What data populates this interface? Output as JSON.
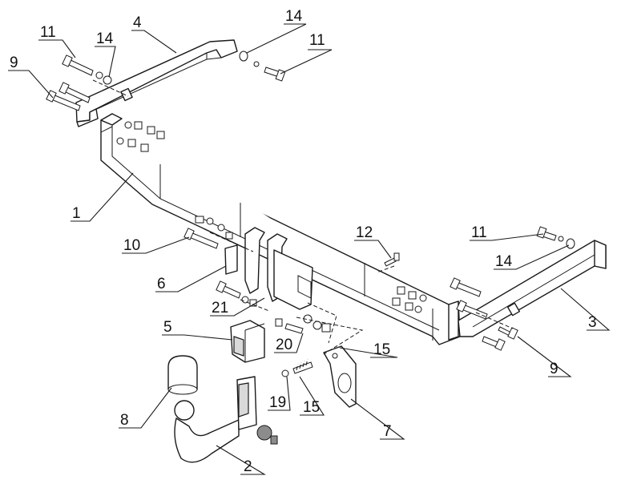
{
  "callouts": [
    {
      "id": "c-11-left",
      "label": "11"
    },
    {
      "id": "c-14-left",
      "label": "14"
    },
    {
      "id": "c-4",
      "label": "4"
    },
    {
      "id": "c-14-top",
      "label": "14"
    },
    {
      "id": "c-11-top",
      "label": "11"
    },
    {
      "id": "c-9-left",
      "label": "9"
    },
    {
      "id": "c-1",
      "label": "1"
    },
    {
      "id": "c-12",
      "label": "12"
    },
    {
      "id": "c-11-right",
      "label": "11"
    },
    {
      "id": "c-14-right",
      "label": "14"
    },
    {
      "id": "c-3",
      "label": "3"
    },
    {
      "id": "c-10",
      "label": "10"
    },
    {
      "id": "c-6",
      "label": "6"
    },
    {
      "id": "c-21",
      "label": "21"
    },
    {
      "id": "c-5",
      "label": "5"
    },
    {
      "id": "c-20",
      "label": "20"
    },
    {
      "id": "c-15-upper",
      "label": "15"
    },
    {
      "id": "c-9-right",
      "label": "9"
    },
    {
      "id": "c-8",
      "label": "8"
    },
    {
      "id": "c-19",
      "label": "19"
    },
    {
      "id": "c-15-lower",
      "label": "15"
    },
    {
      "id": "c-7",
      "label": "7"
    },
    {
      "id": "c-2",
      "label": "2"
    }
  ]
}
